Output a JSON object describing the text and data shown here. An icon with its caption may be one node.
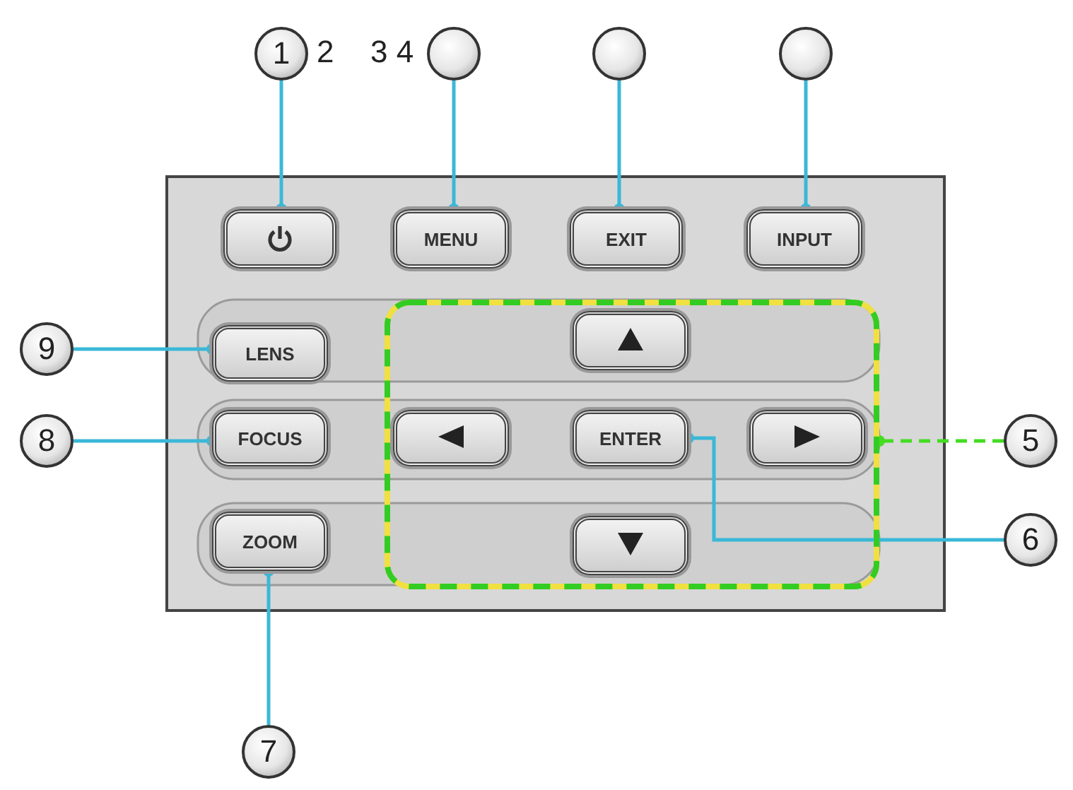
{
  "diagram": {
    "nodes": [
      {
        "text": [
          "1"
        ]
      },
      {
        "text": [],
        "shape": "circle"
      },
      {
        "text": [],
        "shape": "circle"
      },
      {
        "text": [],
        "shape": "circle"
      },
      {
        "text": [],
        "shape": "box"
      },
      {
        "text": [
          "MENU"
        ]
      },
      {
        "text": [
          "EXIT"
        ]
      },
      {
        "text": [
          "INPUT"
        ]
      },
      {
        "text": [
          "9"
        ]
      },
      {
        "text": [
          "LENS"
        ]
      },
      {
        "text": [],
        "shape": "box"
      },
      {
        "text": [],
        "shape": "box",
        "in": 10
      },
      {
        "text": [
          "8"
        ]
      },
      {
        "text": [
          "FOCUS"
        ]
      },
      {
        "text": [],
        "shape": "box",
        "in": 10
      },
      {
        "text": [
          "ENTER"
        ],
        "in": 10
      },
      {
        "text": [],
        "shape": "box",
        "in": 10
      },
      {
        "text": [
          "5"
        ]
      },
      {
        "text": [
          "6"
        ]
      },
      {
        "text": [
          "ZOOM"
        ]
      },
      {
        "text": [],
        "shape": "box",
        "in": 10
      },
      {
        "text": [
          "7"
        ]
      }
    ],
    "edges": [
      {
        "from": 0,
        "to": 4,
        "arrow": "other"
      },
      {
        "from": 1,
        "to": 5,
        "arrow": "other"
      },
      {
        "from": 2,
        "to": 6,
        "arrow": "other"
      },
      {
        "from": 3,
        "to": 7,
        "arrow": "other"
      },
      {
        "from": 8,
        "to": 9,
        "arrow": "other"
      },
      {
        "from": 12,
        "to": 13,
        "arrow": "other"
      },
      {
        "from": 17,
        "to": 10,
        "arrow": "other",
        "style": "dashed",
        "color": "#44dd22"
      },
      {
        "from": 18,
        "to": 15,
        "arrow": "other"
      },
      {
        "from": 21,
        "to": 19,
        "arrow": "other"
      }
    ],
    "labels": [
      "2",
      "3 4"
    ]
  }
}
